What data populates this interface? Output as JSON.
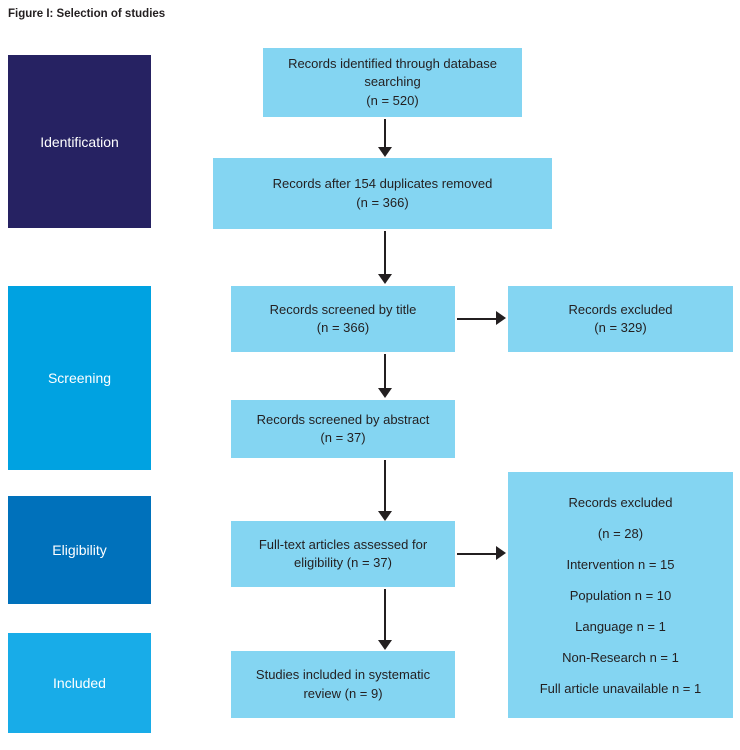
{
  "figure_title": "Figure I: Selection of studies",
  "colors": {
    "identification_bg": "#262262",
    "screening_bg": "#00A2E1",
    "eligibility_bg": "#0071BB",
    "included_bg": "#18ACE8",
    "node_bg": "#84D5F2",
    "node_text": "#231F20",
    "stage_text": "#FFFFFF",
    "arrow": "#231F20"
  },
  "stages": {
    "identification": {
      "label": "Identification"
    },
    "screening": {
      "label": "Screening"
    },
    "eligibility": {
      "label": "Eligibility"
    },
    "included": {
      "label": "Included"
    }
  },
  "nodes": {
    "identified": {
      "text": "Records identified through database\nsearching\n(n = 520)"
    },
    "duplicates_removed": {
      "text": "Records after 154 duplicates removed\n(n = 366)"
    },
    "screened_title": {
      "text": "Records screened by title\n(n = 366)"
    },
    "excluded_title": {
      "text": "Records excluded\n(n = 329)"
    },
    "screened_abstract": {
      "text": "Records screened by abstract\n(n = 37)"
    },
    "fulltext_assessed": {
      "text": "Full-text articles assessed for\neligibility (n = 37)"
    },
    "excluded_fulltext": {
      "text": "Records excluded\n(n = 28)\nIntervention n = 15\nPopulation n = 10\nLanguage n = 1\nNon-Research n = 1\nFull article unavailable n = 1"
    },
    "included_studies": {
      "text": "Studies included in systematic\nreview (n = 9)"
    }
  },
  "edges": [
    {
      "from": "identified",
      "to": "duplicates_removed",
      "direction": "down"
    },
    {
      "from": "duplicates_removed",
      "to": "screened_title",
      "direction": "down"
    },
    {
      "from": "screened_title",
      "to": "excluded_title",
      "direction": "right"
    },
    {
      "from": "screened_title",
      "to": "screened_abstract",
      "direction": "down"
    },
    {
      "from": "screened_abstract",
      "to": "fulltext_assessed",
      "direction": "down"
    },
    {
      "from": "fulltext_assessed",
      "to": "excluded_fulltext",
      "direction": "right"
    },
    {
      "from": "fulltext_assessed",
      "to": "included_studies",
      "direction": "down"
    }
  ]
}
